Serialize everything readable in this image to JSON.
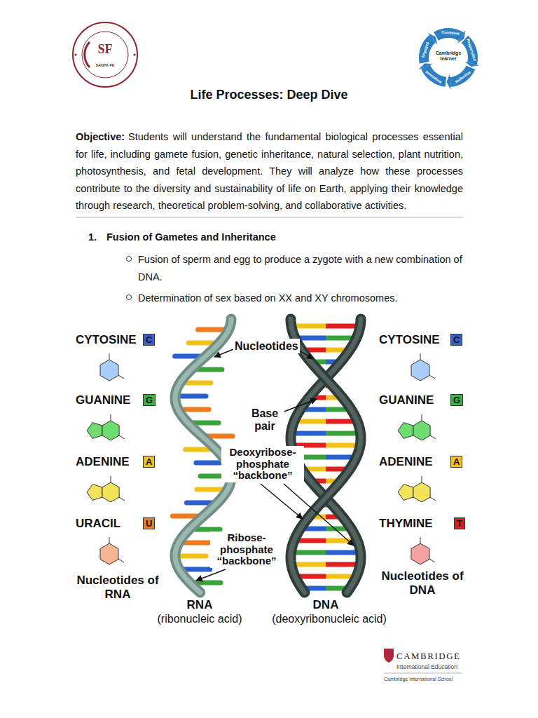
{
  "diagram": {
    "title": "Life Processes: Deep Dive",
    "labels": [
      "SF",
      "SANTA FE",
      "Cambridge learner",
      "Confident",
      "Responsible",
      "Reflective",
      "Innovative",
      "Engaged",
      "Objective:",
      "Students will understand the fundamental biological processes essential for life, including gamete fusion, genetic inheritance, natural selection, plant nutrition, photosynthesis, and fetal development. They will analyze how these processes contribute to the diversity and sustainability of life on Earth, applying their knowledge through research, theoretical problem-solving, and collaborative activities.",
      "1.",
      "Fusion of Gametes and Inheritance",
      "Fusion of sperm and egg to produce a zygote with a new combination of DNA.",
      "Determination of sex based on XX and XY chromosomes.",
      "CYTOSINE",
      "C",
      "GUANINE",
      "G",
      "ADENINE",
      "A",
      "URACIL",
      "U",
      "Nucleotides of RNA",
      "CYTOSINE",
      "C",
      "GUANINE",
      "G",
      "ADENINE",
      "A",
      "THYMINE",
      "T",
      "Nucleotides of DNA",
      "Nucleotides",
      "Base pair",
      "Deoxyribose-phosphate “backbone”",
      "Ribose-phosphate “backbone”",
      "RNA",
      "(ribonucleic acid)",
      "DNA",
      "(deoxyribonucleic acid)",
      "CAMBRIDGE",
      "International Education",
      "Cambridge International School"
    ]
  }
}
